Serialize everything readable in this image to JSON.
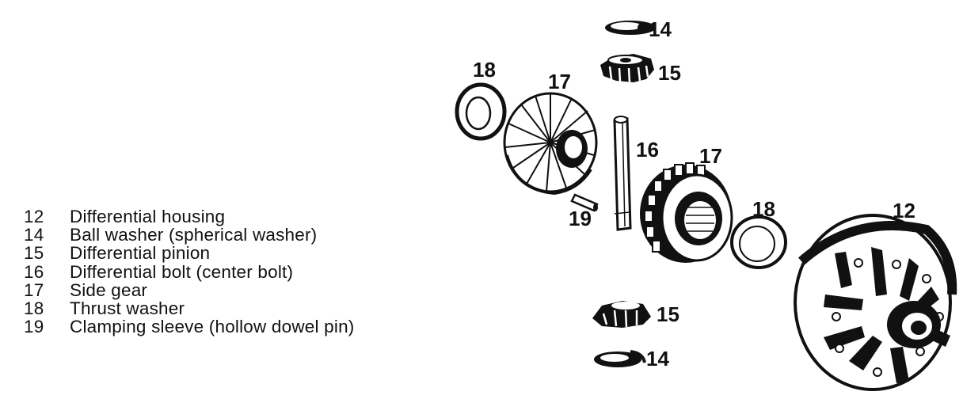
{
  "legend": [
    {
      "number": "12",
      "label": "Differential housing"
    },
    {
      "number": "14",
      "label": "Ball washer (spherical washer)"
    },
    {
      "number": "15",
      "label": "Differential pinion"
    },
    {
      "number": "16",
      "label": "Differential bolt (center bolt)"
    },
    {
      "number": "17",
      "label": "Side gear"
    },
    {
      "number": "18",
      "label": "Thrust washer"
    },
    {
      "number": "19",
      "label": "Clamping sleeve (hollow dowel pin)"
    }
  ],
  "callouts": {
    "ball_washer_top": "14",
    "pinion_top": "15",
    "thrust_washer_left": "18",
    "side_gear_left": "17",
    "bolt": "16",
    "side_gear_right": "17",
    "sleeve": "19",
    "thrust_washer_right": "18",
    "housing": "12",
    "pinion_bottom": "15",
    "ball_washer_bottom": "14"
  }
}
